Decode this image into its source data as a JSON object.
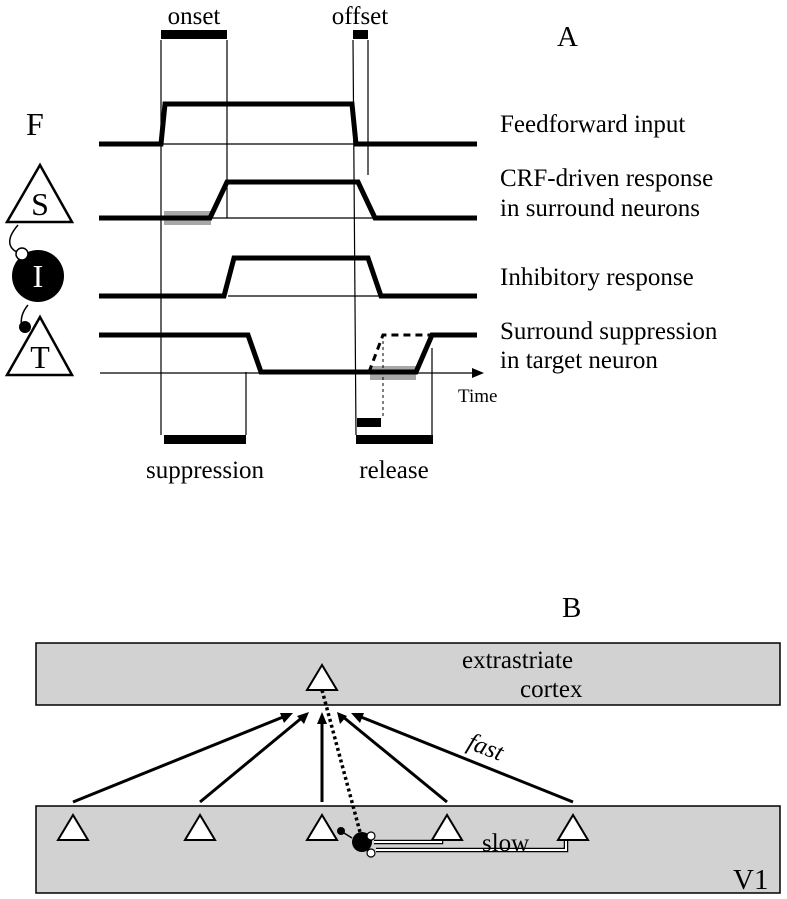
{
  "panel_a": {
    "panel_label": "A",
    "window_onset": "onset",
    "window_offset": "offset",
    "label_suppression": "suppression",
    "label_release": "release",
    "time_axis_label": "Time",
    "node_feedforward": "F",
    "node_surround": "S",
    "node_inhibitory": "I",
    "node_target": "T",
    "trace_feedforward": "Feedforward input",
    "trace_crf_line1": "CRF-driven response",
    "trace_crf_line2": "in surround neurons",
    "trace_inhibitory": "Inhibitory response",
    "trace_suppression_line1": "Surround suppression",
    "trace_suppression_line2": "in target neuron"
  },
  "panel_b": {
    "panel_label": "B",
    "upper_area_line1": "extrastriate",
    "upper_area_line2": "cortex",
    "lower_area": "V1",
    "label_fast": "fast",
    "label_slow": "slow"
  },
  "colors": {
    "area_fill": "#d2d2d2",
    "highlight_bar": "#a8a8a8",
    "ink": "#000000"
  }
}
